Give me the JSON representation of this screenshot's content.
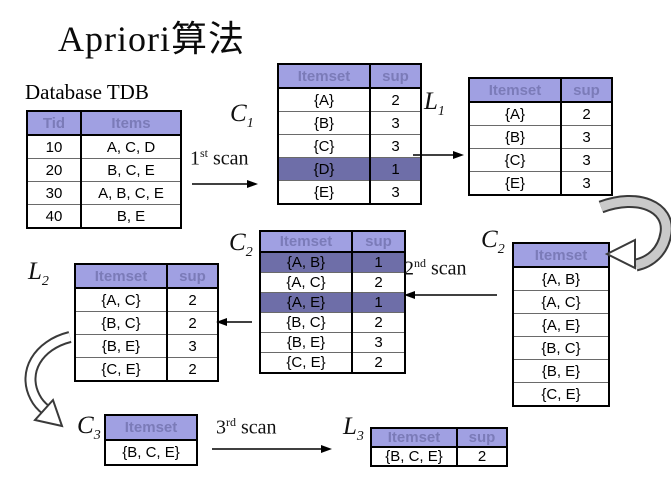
{
  "title": "Apriori算法",
  "colors": {
    "table_header_bg": "#a0a0e2",
    "table_header_text": "#7b7bb8",
    "highlight_row_bg": "#6e6ea8",
    "table_border": "#000000",
    "curved_arrow_fill": "#c9c9c9"
  },
  "database": {
    "label": "Database TDB"
  },
  "scan_labels": [
    {
      "num": "1",
      "ord": "st",
      "word": "scan"
    },
    {
      "num": "2",
      "ord": "nd",
      "word": "scan"
    },
    {
      "num": "3",
      "ord": "rd",
      "word": "scan"
    }
  ],
  "tables": {
    "tdb": {
      "headers": [
        "Tid",
        "Items"
      ],
      "rows": [
        [
          "10",
          "A, C, D"
        ],
        [
          "20",
          "B, C, E"
        ],
        [
          "30",
          "A, B, C, E"
        ],
        [
          "40",
          "B, E"
        ]
      ],
      "highlighted_rows": []
    },
    "c1": {
      "label": {
        "base": "C",
        "sub": "1"
      },
      "headers": [
        "Itemset",
        "sup"
      ],
      "rows": [
        [
          "{A}",
          "2"
        ],
        [
          "{B}",
          "3"
        ],
        [
          "{C}",
          "3"
        ],
        [
          "{D}",
          "1"
        ],
        [
          "{E}",
          "3"
        ]
      ],
      "highlighted_rows": [
        3
      ]
    },
    "l1": {
      "label": {
        "base": "L",
        "sub": "1"
      },
      "headers": [
        "Itemset",
        "sup"
      ],
      "rows": [
        [
          "{A}",
          "2"
        ],
        [
          "{B}",
          "3"
        ],
        [
          "{C}",
          "3"
        ],
        [
          "{E}",
          "3"
        ]
      ],
      "highlighted_rows": []
    },
    "c2_counted": {
      "label": {
        "base": "C",
        "sub": "2"
      },
      "headers": [
        "Itemset",
        "sup"
      ],
      "rows": [
        [
          "{A, B}",
          "1"
        ],
        [
          "{A, C}",
          "2"
        ],
        [
          "{A, E}",
          "1"
        ],
        [
          "{B, C}",
          "2"
        ],
        [
          "{B, E}",
          "3"
        ],
        [
          "{C, E}",
          "2"
        ]
      ],
      "highlighted_rows": [
        0,
        2
      ]
    },
    "c2_candidates": {
      "label": {
        "base": "C",
        "sub": "2"
      },
      "headers": [
        "Itemset"
      ],
      "rows": [
        [
          "{A, B}"
        ],
        [
          "{A, C}"
        ],
        [
          "{A, E}"
        ],
        [
          "{B, C}"
        ],
        [
          "{B, E}"
        ],
        [
          "{C, E}"
        ]
      ],
      "highlighted_rows": []
    },
    "l2": {
      "label": {
        "base": "L",
        "sub": "2"
      },
      "headers": [
        "Itemset",
        "sup"
      ],
      "rows": [
        [
          "{A, C}",
          "2"
        ],
        [
          "{B, C}",
          "2"
        ],
        [
          "{B, E}",
          "3"
        ],
        [
          "{C, E}",
          "2"
        ]
      ],
      "highlighted_rows": []
    },
    "c3": {
      "label": {
        "base": "C",
        "sub": "3"
      },
      "headers": [
        "Itemset"
      ],
      "rows": [
        [
          "{B, C, E}"
        ]
      ],
      "highlighted_rows": []
    },
    "l3": {
      "label": {
        "base": "L",
        "sub": "3"
      },
      "headers": [
        "Itemset",
        "sup"
      ],
      "rows": [
        [
          "{B, C, E}",
          "2"
        ]
      ],
      "highlighted_rows": []
    }
  }
}
